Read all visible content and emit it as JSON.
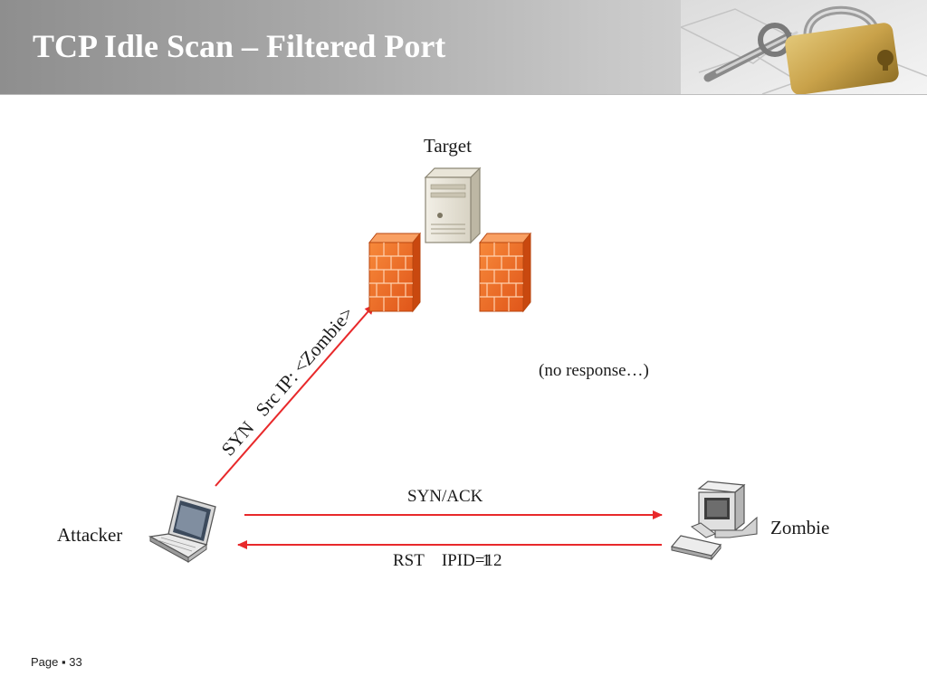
{
  "slide": {
    "title": "TCP Idle Scan – Filtered Port",
    "footer_label": "Page",
    "footer_separator": "▪",
    "page_number": "33"
  },
  "nodes": {
    "target": {
      "label": "Target",
      "icon": "server-icon",
      "firewall_icon": "firewall-icon"
    },
    "attacker": {
      "label": "Attacker",
      "icon": "laptop-icon"
    },
    "zombie": {
      "label": "Zombie",
      "icon": "desktop-computer-icon"
    }
  },
  "edges": {
    "attacker_to_target": {
      "label": "SYN   Src IP: <Zombie>"
    },
    "attacker_to_zombie": {
      "label": "SYN/ACK"
    },
    "zombie_to_attacker": {
      "label_rst": "RST",
      "label_ipid": "IPID=",
      "ipid_value": "12",
      "ipid_previous": "1"
    },
    "target_note": {
      "label": "(no response…)"
    }
  },
  "colors": {
    "arrow": "#e8292b",
    "firewall": "#f26b1d",
    "header_start": "#8e8e8e",
    "header_end": "#e4e4e4",
    "title_text": "#ffffff"
  }
}
